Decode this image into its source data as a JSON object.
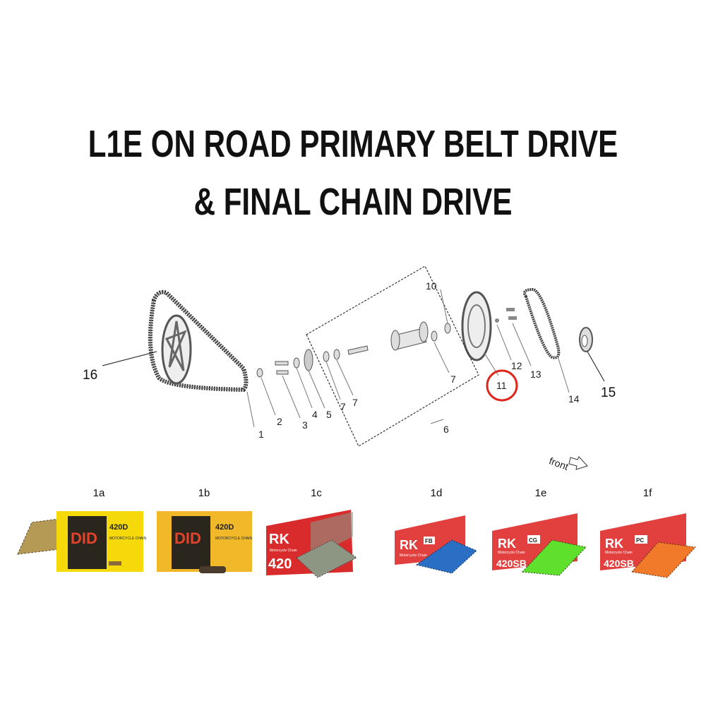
{
  "title": {
    "line1": "L1E ON ROAD PRIMARY BELT DRIVE",
    "line2": "& FINAL CHAIN DRIVE"
  },
  "diagram": {
    "callouts": [
      "16",
      "1",
      "2",
      "3",
      "4",
      "5",
      "7",
      "7",
      "6",
      "7",
      "10",
      "11",
      "12",
      "13",
      "14",
      "15"
    ],
    "highlighted_callout": "11",
    "highlight_color": "#e0261b",
    "direction_label": "front"
  },
  "products": [
    {
      "label": "1a",
      "brand": "DID",
      "model": "420D",
      "subtitle": "MOTORCYCLE CHAIN",
      "box_color": "#f5d90a",
      "chain_color": "#b59a55"
    },
    {
      "label": "1b",
      "brand": "DID",
      "model": "420D",
      "subtitle": "MOTORCYCLE CHAIN",
      "box_color": "#f1b92a",
      "chain_color": "#4a3b2c"
    },
    {
      "label": "1c",
      "brand": "RK",
      "model": "420",
      "subtitle": "Motorcycle Chain",
      "box_color": "#d92b2b",
      "chain_color": "#8d9583"
    },
    {
      "label": "1d",
      "brand": "RK",
      "badge": "FB",
      "model": "",
      "subtitle": "Motorcycle Chain",
      "box_color": "#e2403f",
      "chain_color": "#2a6fc4"
    },
    {
      "label": "1e",
      "brand": "RK",
      "badge": "CG",
      "model": "420SB",
      "subtitle": "Motorcycle Chain",
      "box_color": "#e2403f",
      "chain_color": "#5fe02c"
    },
    {
      "label": "1f",
      "brand": "RK",
      "badge": "PC",
      "model": "420SB",
      "subtitle": "Motorcycle Chain",
      "box_color": "#e2403f",
      "chain_color": "#f07a2a"
    }
  ]
}
